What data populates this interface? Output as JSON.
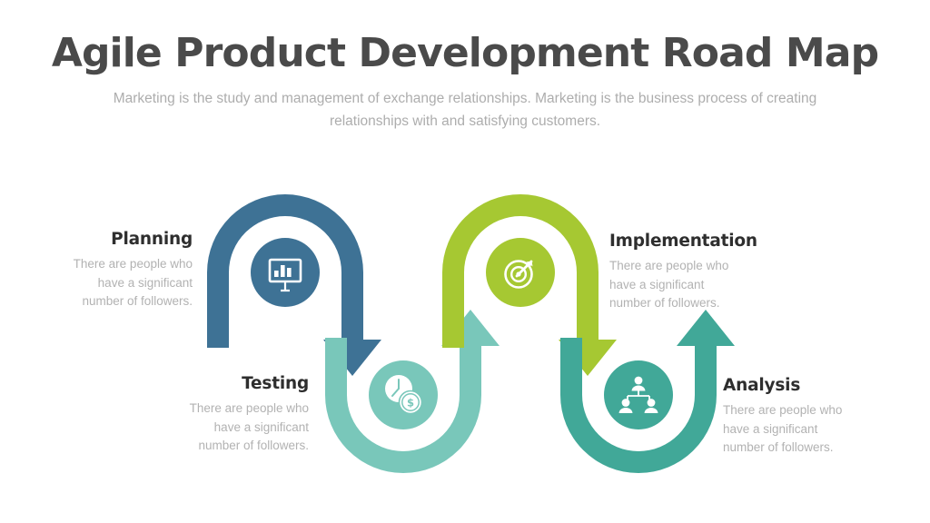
{
  "header": {
    "title": "Agile Product Development Road Map",
    "subtitle": "Marketing is the study and management of exchange relationships. Marketing is the business process of creating relationships with and satisfying customers.",
    "title_color": "#4a4a4a",
    "subtitle_color": "#adadad"
  },
  "palette": {
    "planning": "#3e7295",
    "testing": "#79c7ba",
    "implementation": "#a6c832",
    "analysis": "#41a898",
    "background": "#ffffff",
    "icon_glyph": "#ffffff"
  },
  "stages": [
    {
      "key": "planning",
      "title": "Planning",
      "description": "There are people who\nhave a significant\nnumber of followers.",
      "color": "#3e7295",
      "icon": "presentation-bar-chart-icon",
      "shape": "arch-down-arrow",
      "text_align": "right",
      "order": 1
    },
    {
      "key": "testing",
      "title": "Testing",
      "description": "There are people who\nhave a significant\nnumber of followers.",
      "color": "#79c7ba",
      "icon": "clock-money-icon",
      "shape": "valley-up-arrow",
      "text_align": "right",
      "order": 2
    },
    {
      "key": "implementation",
      "title": "Implementation",
      "description": "There are people who\nhave a significant\nnumber of followers.",
      "color": "#a6c832",
      "icon": "target-dart-icon",
      "shape": "arch-down-arrow",
      "text_align": "left",
      "order": 3
    },
    {
      "key": "analysis",
      "title": "Analysis",
      "description": "There are people who\nhave a significant\nnumber of followers.",
      "color": "#41a898",
      "icon": "org-chart-team-icon",
      "shape": "valley-up-arrow",
      "text_align": "left",
      "order": 4
    }
  ]
}
